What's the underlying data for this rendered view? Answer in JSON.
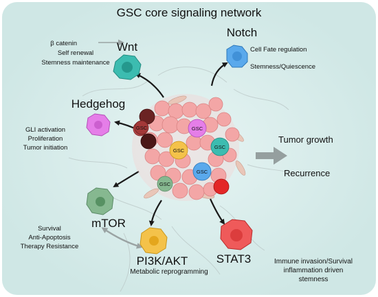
{
  "title": "GSC core signaling network",
  "center": {
    "cell_label": "GSC"
  },
  "colors": {
    "panel": "#d6ecea",
    "wnt": "#3cbcb0",
    "notch": "#5aa9ec",
    "hedgehog": "#e57ee8",
    "mtor": "#86b890",
    "pi3k": "#f4c24a",
    "stat3": "#ef5a5a",
    "tumor_cell": "#f3a6a6",
    "dark_cell": "#5b1d1d",
    "arrow_dark": "#1a1a1a",
    "arrow_grey": "#9aa3a3"
  },
  "pathways": {
    "wnt": {
      "name": "Wnt",
      "notes": [
        "β catenin",
        "Self renewal",
        "Stemness maintenance"
      ]
    },
    "notch": {
      "name": "Notch",
      "notes": [
        "Cell Fate regulation",
        "Stemness/Quiescence"
      ]
    },
    "hedgehog": {
      "name": "Hedgehog",
      "notes": [
        "GLI activation",
        "Proliferation",
        "Tumor initiation"
      ]
    },
    "mtor": {
      "name": "mTOR",
      "notes": [
        "Survival",
        "Anti-Apoptosis",
        "Therapy Resistance"
      ]
    },
    "pi3k": {
      "name": "PI3K/AKT",
      "notes": [
        "Metabolic reprogramming"
      ]
    },
    "stat3": {
      "name": "STAT3",
      "notes": [
        "Immune invasion/Survival",
        "inflammation driven",
        "stemness"
      ]
    }
  },
  "outcomes": [
    "Tumor growth",
    "Recurrence"
  ]
}
